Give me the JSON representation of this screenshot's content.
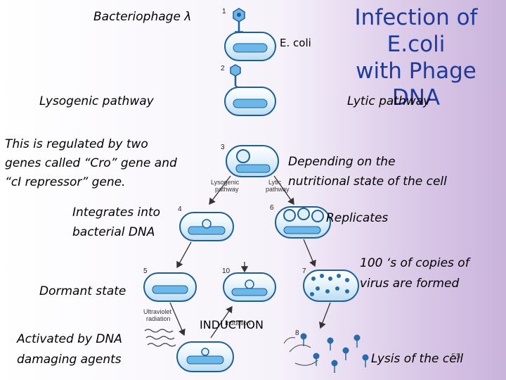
{
  "title": {
    "line1": "Infection of E.coli",
    "line2": "with Phage DNA"
  },
  "labels": {
    "bacteriophage": "Bacteriophage λ",
    "ecoli": "E. coli",
    "lysogenic": "Lysogenic pathway",
    "lytic": "Lytic pathway",
    "regulated1": "This is regulated by two",
    "regulated2": "genes called “Cro” gene and",
    "regulated3": "“cI repressor” gene.",
    "depending1": "Depending on the",
    "depending2": "nutritional state of the cell",
    "integrates1": "Integrates into",
    "integrates2": "bacterial DNA",
    "replicates": "Replicates",
    "copies1": "100 ‘s of copies of",
    "copies2": "virus are formed",
    "dormant": "Dormant state",
    "activated1": "Activated by DNA",
    "activated2": "damaging agents",
    "induction": "INDUCTION",
    "lysis": "Lysis of the cell",
    "slide_number": "55"
  },
  "diagram": {
    "step_numbers": [
      "1",
      "2",
      "3",
      "4",
      "5",
      "6",
      "7",
      "8",
      "10"
    ],
    "pathway_small_1": "Lysogenic",
    "pathway_small_2": "pathway",
    "lytic_small_1": "Lytic",
    "lytic_small_2": "pathway",
    "uv_1": "Ultraviolet",
    "uv_2": "radiation",
    "induction_small": "Induction"
  },
  "colors": {
    "cell_fill": "#6cb8e8",
    "cell_stroke": "#1e5f9b",
    "phage": "#2a6aa8",
    "title": "#1f3a9a"
  }
}
